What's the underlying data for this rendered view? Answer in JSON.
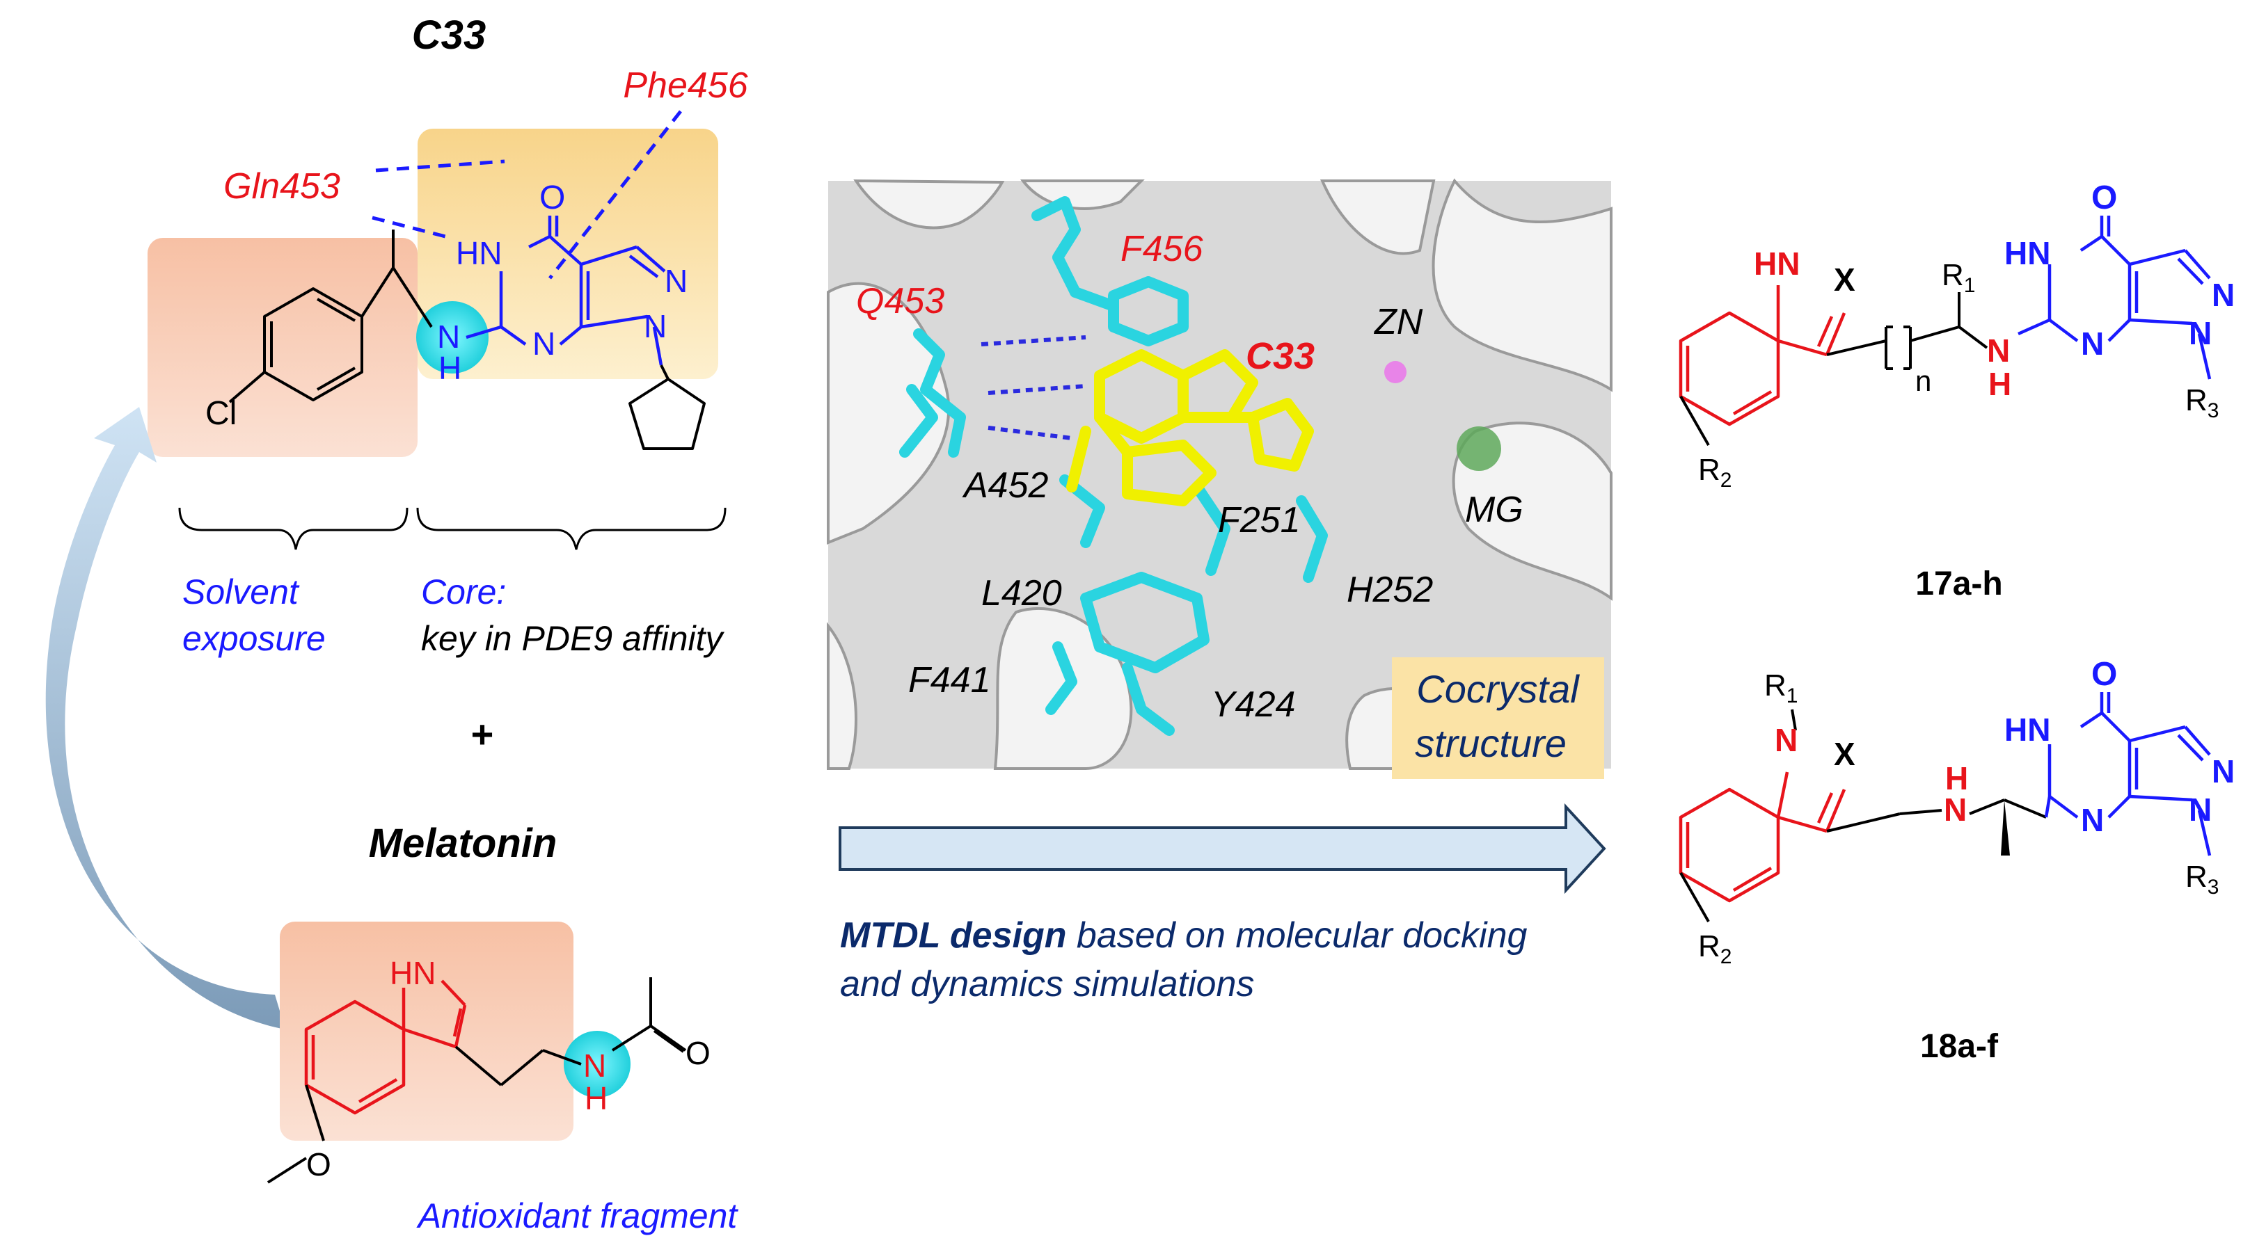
{
  "left": {
    "c33_title": "C33",
    "phe456": "Phe456",
    "gln453": "Gln453",
    "solvent_line1": "Solvent",
    "solvent_line2": "exposure",
    "core_line1": "Core:",
    "core_line2": "key in PDE9 affinity",
    "plus": "+",
    "melatonin_title": "Melatonin",
    "antioxidant": "Antioxidant fragment"
  },
  "center": {
    "q453": "Q453",
    "f456": "F456",
    "c33": "C33",
    "zn": "ZN",
    "mg": "MG",
    "a452": "A452",
    "f251": "F251",
    "l420": "L420",
    "h252": "H252",
    "f441": "F441",
    "y424": "Y424",
    "cocrystal_line1": "Cocrystal",
    "cocrystal_line2": "structure",
    "mtdl_bold": "MTDL design",
    "mtdl_rest": " based on molecular docking",
    "mtdl_line2": "and dynamics simulations"
  },
  "right": {
    "label_17": "17a-h",
    "label_18": "18a-f"
  },
  "atoms": {
    "O": "O",
    "HN": "HN",
    "N": "N",
    "H": "H",
    "Cl": "Cl",
    "X": "X",
    "n": "n",
    "R1": "R",
    "R2": "R",
    "R3": "R",
    "sub1": "1",
    "sub2": "2",
    "sub3": "3"
  },
  "colors": {
    "red": "#e8141b",
    "blue": "#1a1aff",
    "navy": "#0b2a6b",
    "salmon": "#f9c8b0",
    "gold": "#fbd98a",
    "cyan": "#2ad4e0",
    "yellow": "#f0f000"
  }
}
